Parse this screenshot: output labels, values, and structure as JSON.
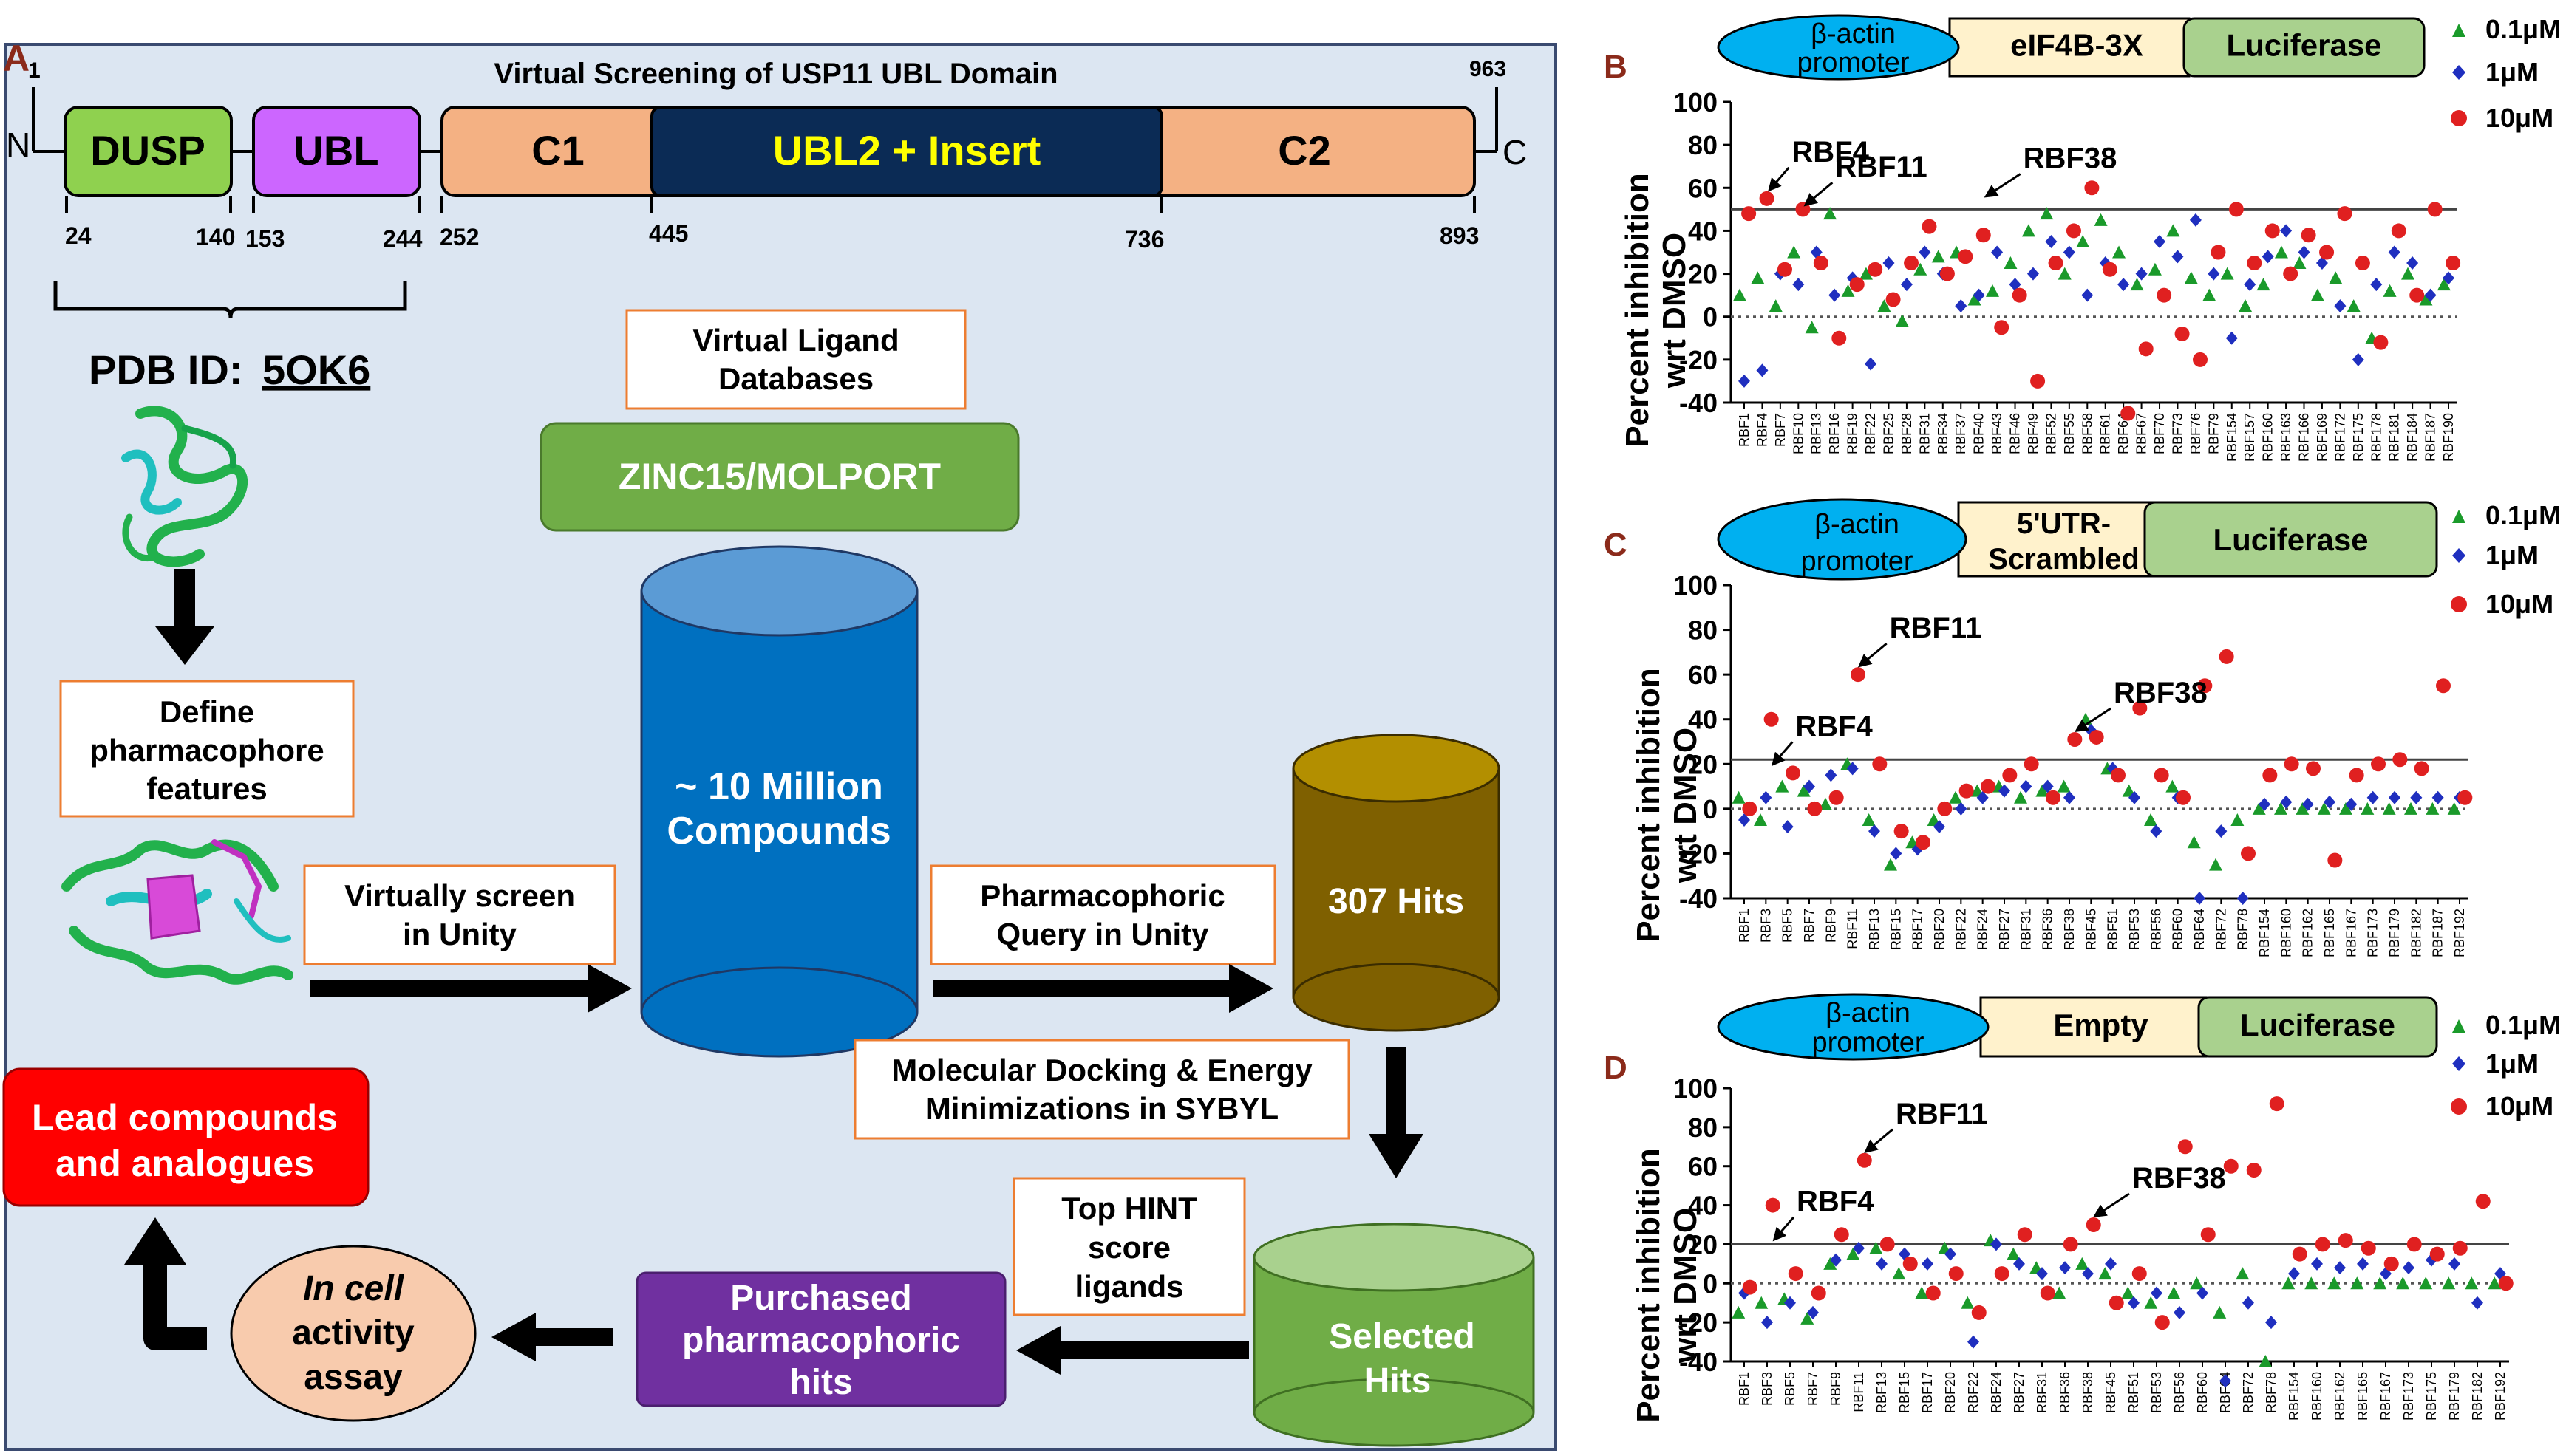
{
  "panelA": {
    "letter": "A",
    "title": "Virtual Screening of USP11 UBL Domain",
    "n_term": "N",
    "c_term": "C",
    "start_num": "1",
    "end_num": "963",
    "domains": [
      {
        "label": "DUSP",
        "color": "#8fd14f"
      },
      {
        "label": "UBL",
        "color": "#cc66ff"
      },
      {
        "label": "C1",
        "color": "#f4b183"
      },
      {
        "label": "UBL2 + Insert",
        "color": "#0b2b55",
        "text_color": "#ffff00"
      },
      {
        "label": "C2",
        "color": "#f4b183"
      }
    ],
    "positions": [
      "24",
      "140",
      "153",
      "244",
      "252",
      "445",
      "736",
      "893"
    ],
    "pdb_prefix": "PDB ID: ",
    "pdb_id": "5OK6",
    "boxes": {
      "virtual_ligand": [
        "Virtual Ligand",
        "Databases"
      ],
      "define": [
        "Define",
        "pharmacophore",
        "features"
      ],
      "virtually_screen": [
        "Virtually screen",
        "in Unity"
      ],
      "pharmacophoric": [
        "Pharmacophoric",
        "Query in Unity"
      ],
      "docking": [
        "Molecular Docking & Energy",
        "Minimizations in SYBYL"
      ],
      "hint": [
        "Top HINT",
        "score",
        "ligands"
      ]
    },
    "zinc": "ZINC15/MOLPORT",
    "cylinders": {
      "million": [
        "~ 10 Million",
        "Compounds"
      ],
      "hits": "307 Hits",
      "selected": [
        "Selected",
        "Hits"
      ]
    },
    "purchased": [
      "Purchased",
      "pharmacophoric",
      "hits"
    ],
    "incell": [
      "In cell",
      "activity",
      "assay"
    ],
    "lead": [
      "Lead compounds",
      "and analogues"
    ]
  },
  "constructs": {
    "promoter": [
      "β-actin",
      "promoter"
    ],
    "B": "eIF4B-3X",
    "C": [
      "5'UTR-",
      "Scrambled"
    ],
    "D": "Empty",
    "reporter": "Luciferase"
  },
  "legend": {
    "low": "0.1μM",
    "mid": "1μM",
    "high": "10μM"
  },
  "colors": {
    "low": "#1a9a2a",
    "mid": "#1f2fbf",
    "high": "#e02020"
  },
  "chart_data": [
    {
      "panel": "B",
      "type": "scatter",
      "ylabel": [
        "Percent inhibition",
        "wrt DMSO"
      ],
      "ylim": [
        -40,
        100
      ],
      "yticks": [
        -40,
        -20,
        0,
        20,
        40,
        60,
        80,
        100
      ],
      "threshold": 50,
      "categories": [
        "RBF1",
        "RBF4",
        "RBF7",
        "RBF10",
        "RBF13",
        "RBF16",
        "RBF19",
        "RBF22",
        "RBF25",
        "RBF28",
        "RBF31",
        "RBF34",
        "RBF37",
        "RBF40",
        "RBF43",
        "RBF46",
        "RBF49",
        "RBF52",
        "RBF55",
        "RBF58",
        "RBF61",
        "RBF64",
        "RBF67",
        "RBF70",
        "RBF73",
        "RBF76",
        "RBF79",
        "RBF154",
        "RBF157",
        "RBF160",
        "RBF163",
        "RBF166",
        "RBF169",
        "RBF172",
        "RBF175",
        "RBF178",
        "RBF181",
        "RBF184",
        "RBF187",
        "RBF190"
      ],
      "annotations": [
        {
          "label": "RBF4",
          "x": "RBF4",
          "y": 55
        },
        {
          "label": "RBF11",
          "x": "RBF10",
          "y": 48
        },
        {
          "label": "RBF38",
          "x": "RBF40",
          "y": 52
        }
      ],
      "series": [
        {
          "name": "0.1μM",
          "values": [
            10,
            18,
            5,
            30,
            -5,
            48,
            12,
            20,
            5,
            -2,
            22,
            28,
            30,
            8,
            12,
            25,
            40,
            48,
            20,
            35,
            45,
            30,
            15,
            22,
            40,
            18,
            10,
            20,
            5,
            15,
            30,
            25,
            10,
            18,
            5,
            -10,
            12,
            20,
            8,
            15
          ]
        },
        {
          "name": "1μM",
          "values": [
            -30,
            -25,
            20,
            15,
            30,
            10,
            18,
            -22,
            25,
            15,
            30,
            20,
            5,
            10,
            30,
            15,
            20,
            35,
            30,
            10,
            25,
            15,
            20,
            35,
            28,
            45,
            20,
            -10,
            15,
            28,
            40,
            30,
            25,
            5,
            -20,
            15,
            30,
            25,
            10,
            18
          ]
        },
        {
          "name": "10μM",
          "values": [
            48,
            55,
            22,
            50,
            25,
            -10,
            15,
            22,
            8,
            25,
            42,
            20,
            28,
            38,
            -5,
            10,
            -30,
            25,
            40,
            60,
            22,
            -45,
            -15,
            10,
            -8,
            -20,
            30,
            50,
            25,
            40,
            20,
            38,
            30,
            48,
            25,
            -12,
            40,
            10,
            50,
            25
          ]
        }
      ]
    },
    {
      "panel": "C",
      "type": "scatter",
      "ylabel": [
        "Percent inhibition",
        "wrt DMSO"
      ],
      "ylim": [
        -40,
        100
      ],
      "yticks": [
        -40,
        -20,
        0,
        20,
        40,
        60,
        80,
        100
      ],
      "threshold": 22,
      "categories": [
        "RBF1",
        "RBF3",
        "RBF5",
        "RBF7",
        "RBF9",
        "RBF11",
        "RBF13",
        "RBF15",
        "RBF17",
        "RBF20",
        "RBF22",
        "RBF24",
        "RBF27",
        "RBF31",
        "RBF36",
        "RBF38",
        "RBF45",
        "RBF51",
        "RBF53",
        "RBF56",
        "RBF60",
        "RBF64",
        "RBF72",
        "RBF78",
        "RBF154",
        "RBF160",
        "RBF162",
        "RBF165",
        "RBF167",
        "RBF173",
        "RBF179",
        "RBF182",
        "RBF187",
        "RBF192"
      ],
      "annotations": [
        {
          "label": "RBF4",
          "x": "RBF3",
          "y": 16
        },
        {
          "label": "RBF11",
          "x": "RBF11",
          "y": 60
        },
        {
          "label": "RBF38",
          "x": "RBF38",
          "y": 31
        }
      ],
      "series": [
        {
          "name": "0.1μM",
          "values": [
            5,
            -5,
            10,
            8,
            2,
            20,
            -5,
            -25,
            -15,
            -5,
            5,
            8,
            10,
            5,
            8,
            10,
            40,
            18,
            8,
            -5,
            10,
            -15,
            -25,
            -5,
            0,
            0,
            0,
            0,
            0,
            0,
            0,
            0,
            0,
            0
          ]
        },
        {
          "name": "1μM",
          "values": [
            -5,
            5,
            -8,
            10,
            15,
            18,
            -10,
            -20,
            -18,
            -8,
            0,
            5,
            8,
            10,
            10,
            5,
            35,
            18,
            5,
            -10,
            5,
            -40,
            -10,
            -40,
            2,
            3,
            2,
            3,
            2,
            5,
            5,
            5,
            5,
            5
          ]
        },
        {
          "name": "10μM",
          "values": [
            0,
            40,
            16,
            0,
            5,
            60,
            20,
            -10,
            -15,
            0,
            8,
            10,
            15,
            20,
            5,
            31,
            32,
            15,
            45,
            15,
            5,
            55,
            68,
            -20,
            15,
            20,
            18,
            -23,
            15,
            20,
            22,
            18,
            55,
            5
          ]
        }
      ]
    },
    {
      "panel": "D",
      "type": "scatter",
      "ylabel": [
        "Percent inhibition",
        "wrt DMSO"
      ],
      "ylim": [
        -40,
        100
      ],
      "yticks": [
        -40,
        -20,
        0,
        20,
        40,
        60,
        80,
        100
      ],
      "threshold": 20,
      "categories": [
        "RBF1",
        "RBF3",
        "RBF5",
        "RBF7",
        "RBF9",
        "RBF11",
        "RBF13",
        "RBF15",
        "RBF17",
        "RBF20",
        "RBF22",
        "RBF24",
        "RBF27",
        "RBF31",
        "RBF36",
        "RBF38",
        "RBF45",
        "RBF51",
        "RBF53",
        "RBF56",
        "RBF60",
        "RBF64",
        "RBF72",
        "RBF78",
        "RBF154",
        "RBF160",
        "RBF162",
        "RBF165",
        "RBF167",
        "RBF173",
        "RBF175",
        "RBF179",
        "RBF182",
        "RBF192"
      ],
      "annotations": [
        {
          "label": "RBF4",
          "x": "RBF3",
          "y": 18
        },
        {
          "label": "RBF11",
          "x": "RBF11",
          "y": 63
        },
        {
          "label": "RBF38",
          "x": "RBF38",
          "y": 30
        }
      ],
      "series": [
        {
          "name": "0.1μM",
          "values": [
            -15,
            -10,
            -8,
            -18,
            10,
            15,
            18,
            5,
            -5,
            18,
            -10,
            22,
            15,
            8,
            -5,
            10,
            5,
            -5,
            -10,
            -5,
            0,
            -15,
            5,
            -40,
            0,
            0,
            0,
            0,
            0,
            0,
            0,
            0,
            0,
            0
          ]
        },
        {
          "name": "1μM",
          "values": [
            -5,
            -20,
            -10,
            -15,
            12,
            18,
            10,
            15,
            10,
            15,
            -30,
            20,
            10,
            5,
            8,
            5,
            10,
            -10,
            -5,
            -15,
            -5,
            -50,
            -10,
            -20,
            5,
            10,
            8,
            10,
            5,
            8,
            12,
            10,
            -10,
            5
          ]
        },
        {
          "name": "10μM",
          "values": [
            -2,
            40,
            5,
            -5,
            25,
            63,
            20,
            10,
            -5,
            5,
            -15,
            5,
            25,
            -5,
            20,
            30,
            -10,
            5,
            -20,
            70,
            25,
            60,
            58,
            92,
            15,
            20,
            22,
            18,
            10,
            20,
            15,
            18,
            42,
            0
          ]
        }
      ]
    }
  ]
}
